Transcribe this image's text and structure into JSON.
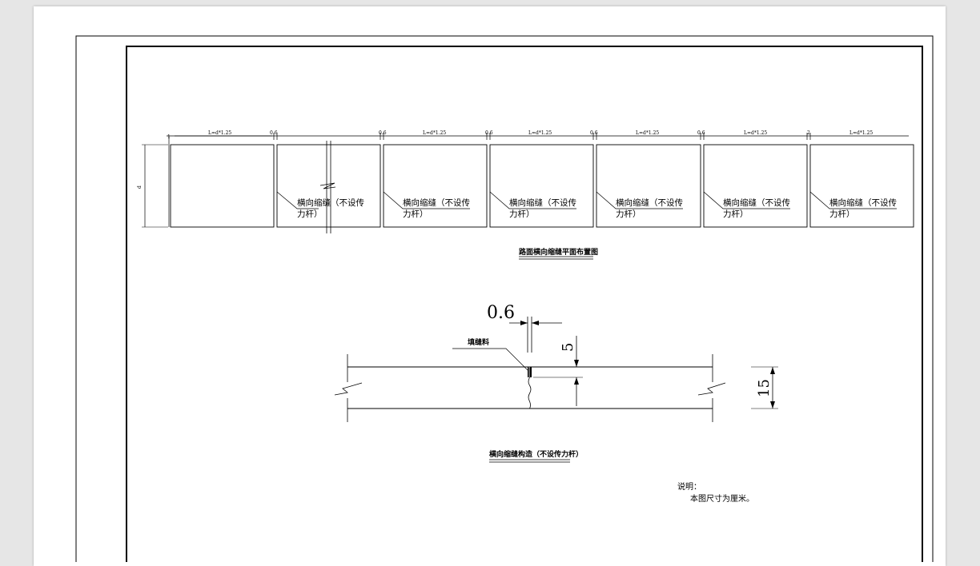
{
  "plan": {
    "title": "路面横向缩缝平面布置图",
    "joint_label_line1": "横向缩缝（不设传",
    "joint_label_line2": "力杆）",
    "dim_length": "L=d*1.25",
    "dim_gap": "0.6",
    "dim_gap_last": "2",
    "dim_start": "1",
    "dim_width": "d"
  },
  "section": {
    "title": "横向缩缝构造（不设传力杆）",
    "filler_label": "填缝料",
    "dim_gap": "0.6",
    "dim_depth": "5",
    "dim_thickness": "15"
  },
  "notes": {
    "heading": "说明：",
    "line1": "本图尺寸为厘米。"
  }
}
